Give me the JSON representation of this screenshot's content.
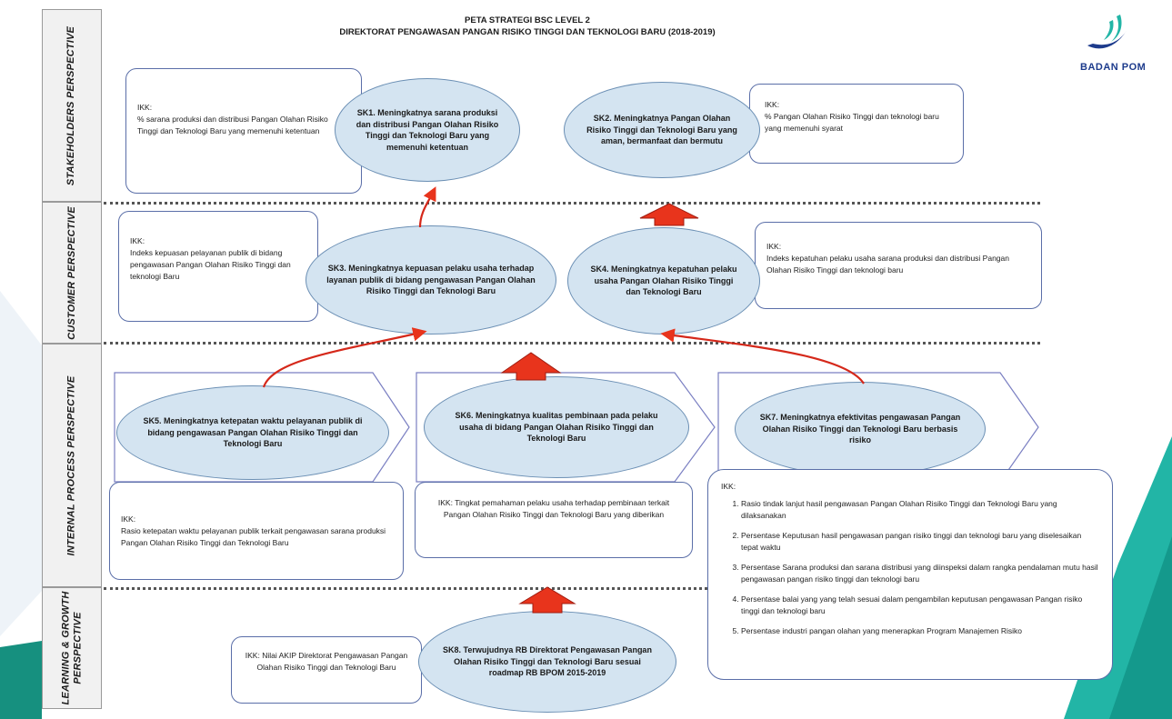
{
  "title": {
    "line1": "PETA STRATEGI BSC LEVEL 2",
    "line2": "DIREKTORAT PENGAWASAN PANGAN RISIKO TINGGI DAN TEKNOLOGI BARU (2018-2019)"
  },
  "logo": {
    "text": "BADAN POM"
  },
  "perspectives": {
    "stakeholders": "STAKEHOLDERS PERSPECTIVE",
    "customer": "CUSTOMER PERSPECTIVE",
    "internal": "INTERNAL PROCESS PERSPECTIVE",
    "learning_l1": "LEARNING & GROWTH",
    "learning_l2": "PERSPECTIVE"
  },
  "sk": {
    "sk1": "SK1. Meningkatnya sarana produksi dan distribusi Pangan Olahan Risiko Tinggi dan Teknologi Baru yang memenuhi ketentuan",
    "sk2": "SK2. Meningkatnya Pangan Olahan Risiko Tinggi dan Teknologi Baru yang aman, bermanfaat dan bermutu",
    "sk3": "SK3. Meningkatnya kepuasan pelaku usaha terhadap layanan publik di bidang pengawasan Pangan Olahan Risiko Tinggi dan Teknologi Baru",
    "sk4": "SK4. Meningkatnya kepatuhan pelaku usaha Pangan Olahan Risiko Tinggi dan Teknologi Baru",
    "sk5": "SK5. Meningkatnya ketepatan waktu pelayanan publik di bidang pengawasan Pangan Olahan Risiko Tinggi dan Teknologi Baru",
    "sk6": "SK6. Meningkatnya kualitas pembinaan pada pelaku usaha di bidang Pangan Olahan Risiko Tinggi dan Teknologi Baru",
    "sk7": "SK7. Meningkatnya efektivitas pengawasan Pangan Olahan Risiko Tinggi dan Teknologi Baru berbasis risiko",
    "sk8": "SK8. Terwujudnya RB Direktorat Pengawasan Pangan Olahan Risiko Tinggi dan Teknologi Baru sesuai roadmap RB BPOM 2015-2019"
  },
  "ikk": {
    "sk1_head": "IKK:",
    "sk1_text": "% sarana produksi dan distribusi Pangan Olahan Risiko Tinggi dan Teknologi Baru yang memenuhi ketentuan",
    "sk2_head": "IKK:",
    "sk2_text": "% Pangan Olahan Risiko Tinggi dan teknologi baru yang memenuhi syarat",
    "sk3_head": "IKK:",
    "sk3_text": "Indeks kepuasan pelayanan publik di bidang pengawasan Pangan Olahan Risiko Tinggi dan teknologi Baru",
    "sk4_head": "IKK:",
    "sk4_text": "Indeks kepatuhan pelaku usaha sarana produksi dan distribusi Pangan Olahan Risiko Tinggi dan teknologi baru",
    "sk5_head": "IKK:",
    "sk5_text": "Rasio ketepatan waktu pelayanan publik terkait pengawasan sarana produksi Pangan Olahan Risiko Tinggi dan Teknologi Baru",
    "sk6_text": "IKK: Tingkat pemahaman pelaku usaha terhadap pembinaan terkait Pangan Olahan Risiko Tinggi dan Teknologi Baru yang diberikan",
    "sk7_head": "IKK:",
    "sk7_items": [
      "Rasio tindak lanjut hasil pengawasan Pangan Olahan Risiko Tinggi dan Teknologi Baru yang dilaksanakan",
      "Persentase Keputusan hasil pengawasan pangan risiko tinggi dan teknologi baru yang diselesaikan tepat waktu",
      "Persentase Sarana produksi dan sarana distribusi yang diinspeksi dalam rangka pendalaman mutu hasil pengawasan pangan risiko tinggi dan teknologi baru",
      "Persentase balai yang yang telah sesuai dalam pengambilan keputusan pengawasan Pangan risiko tinggi dan teknologi baru",
      "Persentase industri pangan olahan yang menerapkan Program Manajemen Risiko"
    ],
    "sk8_text": "IKK: Nilai AKIP Direktorat Pengawasan Pangan Olahan Risiko Tinggi dan Teknologi Baru"
  },
  "colors": {
    "ellipse_fill": "#d4e4f1",
    "box_border": "#5a6ea8",
    "arrow_red": "#e8341c",
    "teal": "#1aa89a",
    "logo_blue": "#1d3b8c"
  }
}
